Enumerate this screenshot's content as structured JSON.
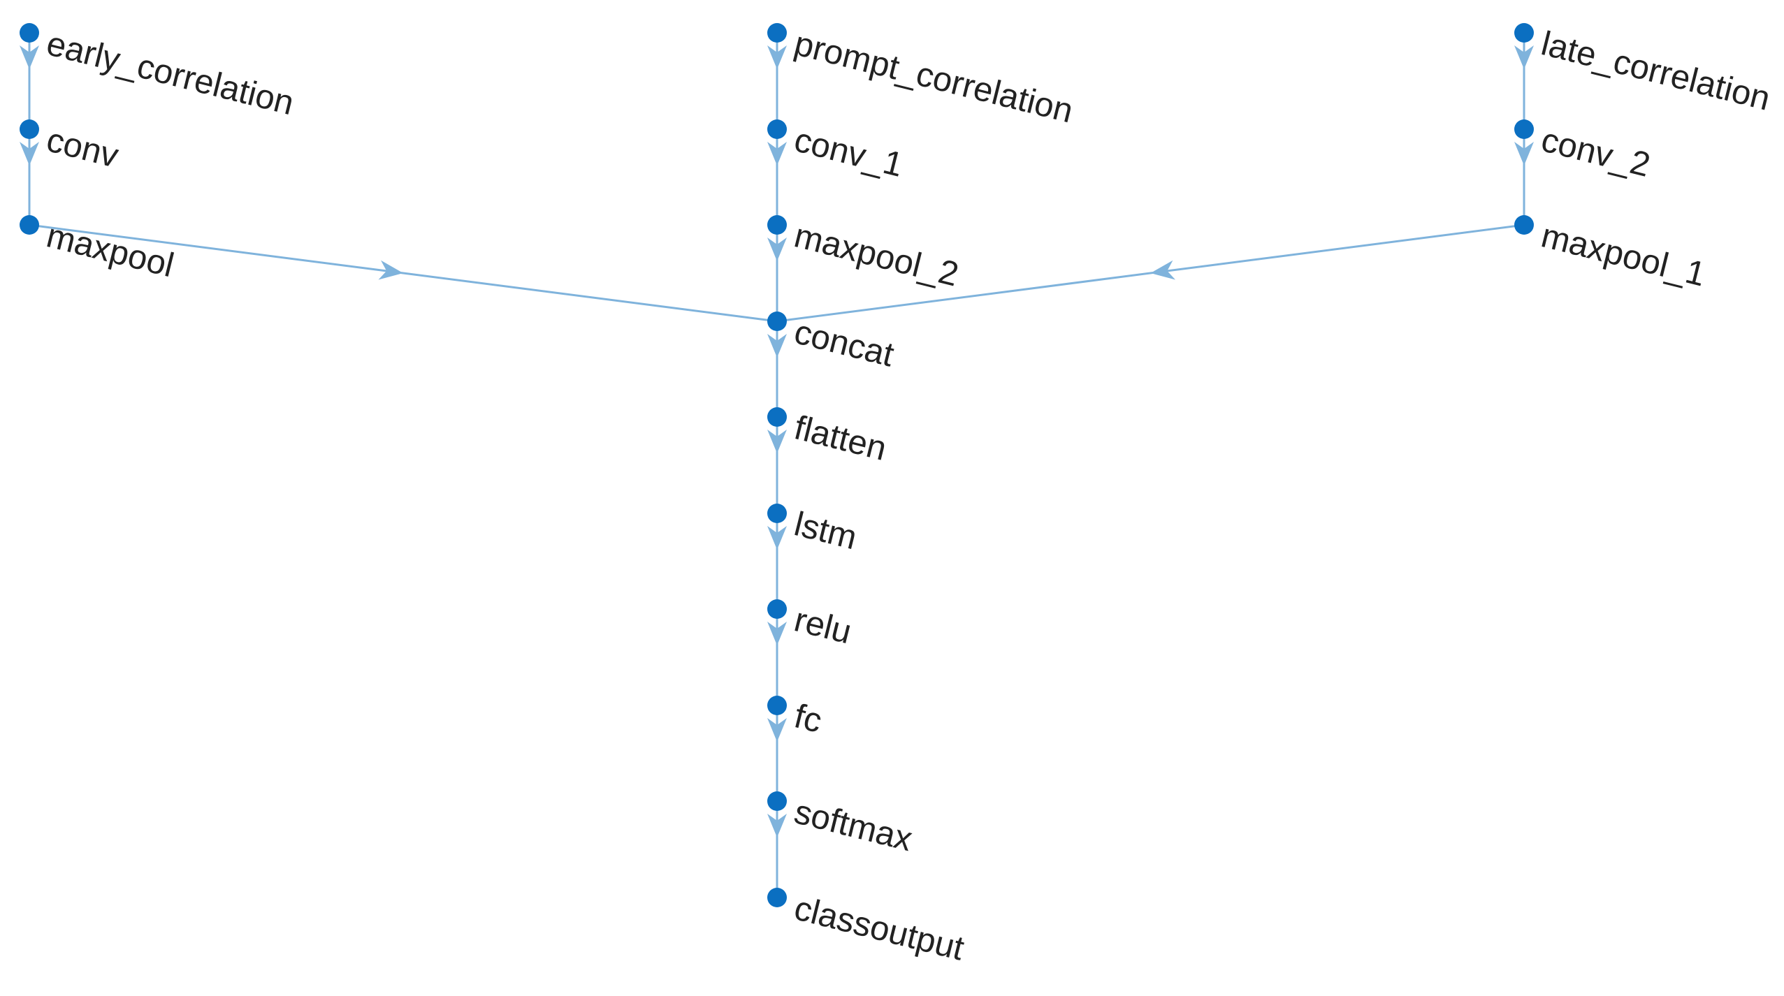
{
  "diagram": {
    "nodes": [
      {
        "id": "early_correlation",
        "label": "early_correlation"
      },
      {
        "id": "conv",
        "label": "conv"
      },
      {
        "id": "maxpool",
        "label": "maxpool"
      },
      {
        "id": "prompt_correlation",
        "label": "prompt_correlation"
      },
      {
        "id": "conv_1",
        "label": "conv_1"
      },
      {
        "id": "maxpool_2",
        "label": "maxpool_2"
      },
      {
        "id": "late_correlation",
        "label": "late_correlation"
      },
      {
        "id": "conv_2",
        "label": "conv_2"
      },
      {
        "id": "maxpool_1",
        "label": "maxpool_1"
      },
      {
        "id": "concat",
        "label": "concat"
      },
      {
        "id": "flatten",
        "label": "flatten"
      },
      {
        "id": "lstm",
        "label": "lstm"
      },
      {
        "id": "relu",
        "label": "relu"
      },
      {
        "id": "fc",
        "label": "fc"
      },
      {
        "id": "softmax",
        "label": "softmax"
      },
      {
        "id": "classoutput",
        "label": "classoutput"
      }
    ],
    "edges": [
      {
        "from": "early_correlation",
        "to": "conv"
      },
      {
        "from": "conv",
        "to": "maxpool"
      },
      {
        "from": "maxpool",
        "to": "concat"
      },
      {
        "from": "prompt_correlation",
        "to": "conv_1"
      },
      {
        "from": "conv_1",
        "to": "maxpool_2"
      },
      {
        "from": "maxpool_2",
        "to": "concat"
      },
      {
        "from": "late_correlation",
        "to": "conv_2"
      },
      {
        "from": "conv_2",
        "to": "maxpool_1"
      },
      {
        "from": "maxpool_1",
        "to": "concat"
      },
      {
        "from": "concat",
        "to": "flatten"
      },
      {
        "from": "flatten",
        "to": "lstm"
      },
      {
        "from": "lstm",
        "to": "relu"
      },
      {
        "from": "relu",
        "to": "fc"
      },
      {
        "from": "fc",
        "to": "softmax"
      },
      {
        "from": "softmax",
        "to": "classoutput"
      }
    ],
    "colors": {
      "node": "#0b6fc1",
      "edge": "#7fb3dc",
      "label": "#222222"
    }
  }
}
